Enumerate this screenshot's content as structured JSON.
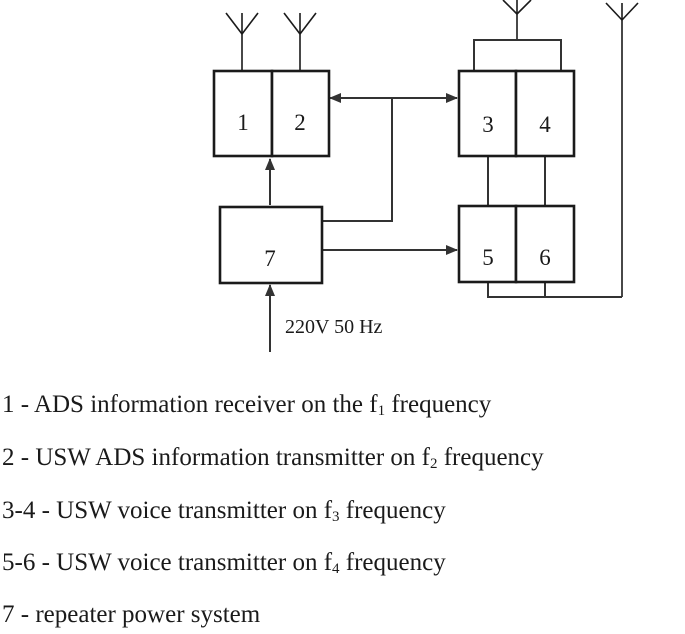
{
  "diagram": {
    "blocks": [
      "1",
      "2",
      "3",
      "4",
      "5",
      "6",
      "7"
    ],
    "supply_label": "220V 50 Hz"
  },
  "legend": [
    {
      "before": "1 - ADS information receiver on the f",
      "sub": "1",
      "after": " frequency"
    },
    {
      "before": "2 - USW ADS information transmitter on f",
      "sub": "2",
      "after": " frequency"
    },
    {
      "before": "3-4 - USW voice transmitter on f",
      "sub": "3",
      "after": " frequency"
    },
    {
      "before": "5-6 - USW voice transmitter on f",
      "sub": "4",
      "after": " frequency"
    },
    {
      "before": "7 - repeater power system",
      "sub": "",
      "after": ""
    }
  ]
}
